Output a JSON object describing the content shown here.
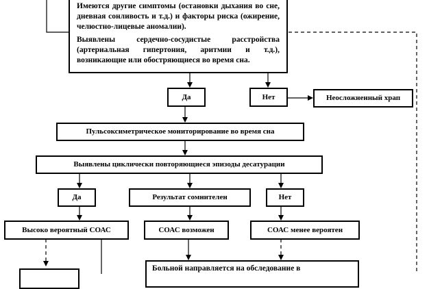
{
  "diagram": {
    "question": {
      "paragraph1": "Имеются другие симптомы (остановки дыхания во сне, дневная сонливость и т.д.) и факторы риска (ожирение, челюстно-лицевые аномалии).",
      "paragraph2": "Выявлены сердечно-сосудистые расстройства (артериальная гипертония, аритмии и т.д.), возникающие или обостряющиеся во время сна."
    },
    "yes_1": "Да",
    "no_1": "Нет",
    "uncomplicated_snoring": "Неосложненный храп",
    "pulse_oximetry": "Пульсоксиметрическое мониторирование во время сна",
    "desaturation": "Выявлены циклически повторяющиеся эпизоды десатурации",
    "yes_2": "Да",
    "doubtful": "Результат сомнителен",
    "no_2": "Нет",
    "highly_probable": "Высоко вероятный СОАС",
    "possible": "СОАС возможен",
    "less_probable": "СОАС менее вероятен",
    "referral": "Больной направляется на обследование в"
  }
}
